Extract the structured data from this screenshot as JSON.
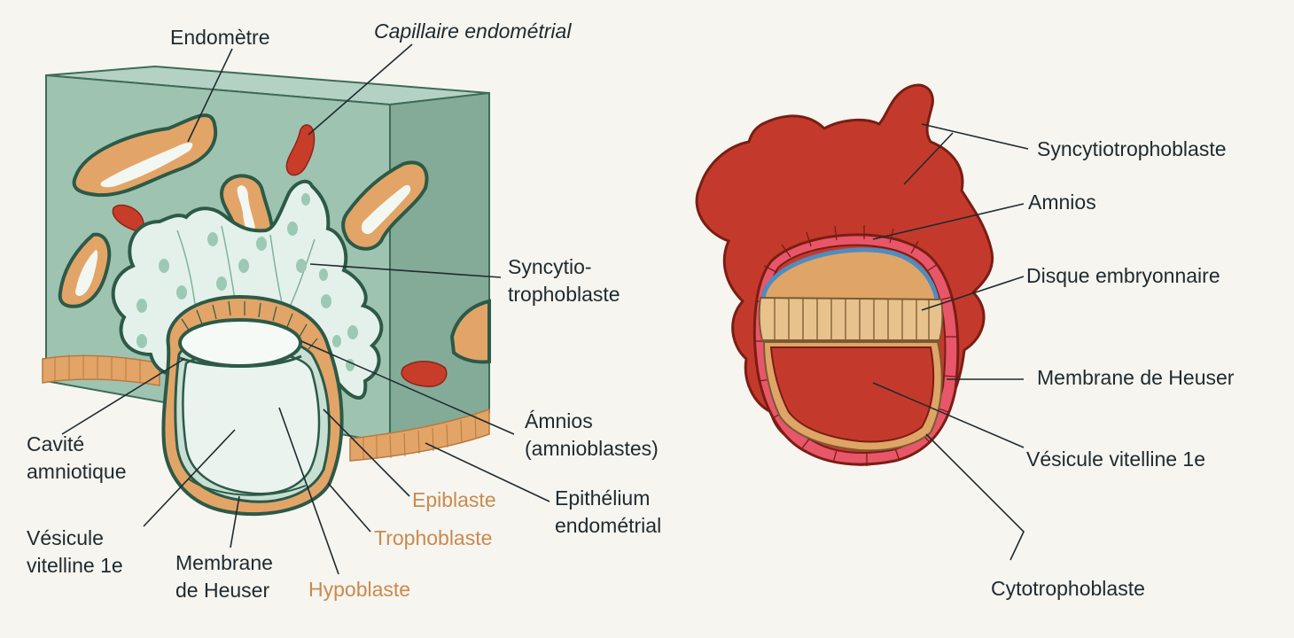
{
  "left_labels": {
    "endometre": "Endomètre",
    "capillaire": "Capillaire endométrial",
    "syncytio_1": "Syncytio-",
    "syncytio_2": "trophoblaste",
    "amnios_1": "Ámnios",
    "amnios_2": "(amnioblastes)",
    "cavite_1": "Cavité",
    "cavite_2": "amniotique",
    "epiblaste": "Epiblaste",
    "epithelium_1": "Epithélium",
    "epithelium_2": "endométrial",
    "trophoblaste": "Trophoblaste",
    "vesicule_1": "Vésicule",
    "vesicule_2": "vitelline 1e",
    "membrane_1": "Membrane",
    "membrane_2": "de Heuser",
    "hypoblaste": "Hypoblaste"
  },
  "right_labels": {
    "syncytiotrophoblaste": "Syncytiotrophoblaste",
    "amnios": "Amnios",
    "disque": "Disque embryonnaire",
    "membrane": "Membrane de Heuser",
    "vesicule": "Vésicule vitelline 1e",
    "cytotrophoblaste": "Cytotrophoblaste"
  },
  "colors": {
    "background": "#f6f5ef",
    "endometrium": "#9fc3b1",
    "endometrium_side": "#83ab98",
    "outline_dark": "#2c5a47",
    "gland": "#e3a468",
    "capillary": "#c73d2a",
    "syncytio_pale": "#e4f1eb",
    "syncytio_red": "#c33a2c",
    "cyto_pink": "#e8566a",
    "amnios_blue": "#4f8cc0",
    "disc_tan": "#dea566",
    "label_orange": "#c98a4f",
    "label_text": "#1f2a30"
  }
}
